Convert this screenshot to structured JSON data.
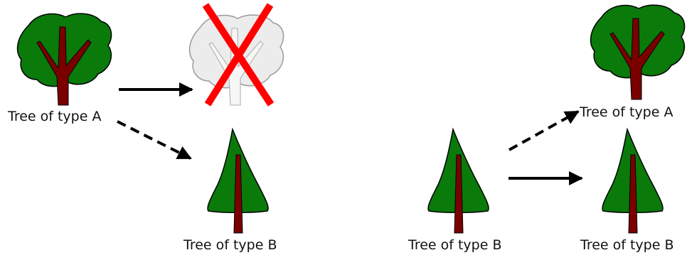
{
  "labels": {
    "left_tree_a": "Tree of type A",
    "left_tree_b": "Tree of type B",
    "right_source_b": "Tree of type B",
    "right_result_a": "Tree of type A",
    "right_result_b": "Tree of type B"
  },
  "colors": {
    "foliage": "#0a7a0a",
    "trunk": "#7a0000",
    "dead_tree": "#ececec",
    "cross": "#ff0000",
    "arrow": "#000000"
  },
  "icons": [
    "deciduous-tree-icon",
    "conifer-tree-icon",
    "dead-tree-icon",
    "cross-icon"
  ]
}
